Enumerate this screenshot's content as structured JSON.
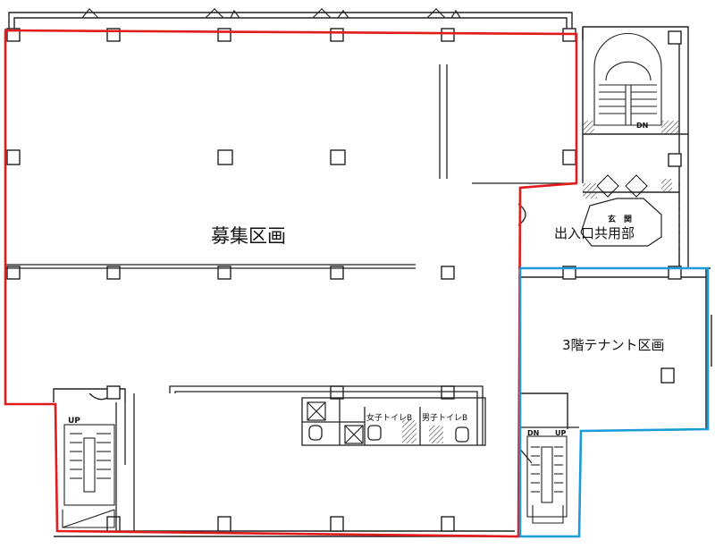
{
  "labels": {
    "recruit_area": "募集区画",
    "tenant_area": "3階テナント区画",
    "shared_area": "出入口共用部",
    "entrance": "玄　関",
    "womens_toilet": "女子トイレ",
    "mens_toilet": "男子トイレ",
    "toilet_letter": "B",
    "stair_up": "UP",
    "stair_down": "DN"
  },
  "colors": {
    "recruit_outline": "#e21b1b",
    "tenant_outline": "#1b9bd7",
    "wall": "#222222",
    "hatch": "#444444"
  }
}
